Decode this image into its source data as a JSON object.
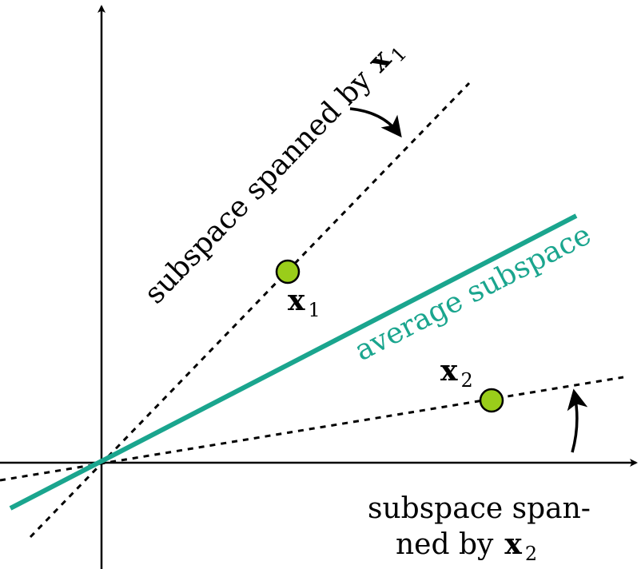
{
  "colors": {
    "axis": "#000000",
    "average_subspace": "#1aa58e",
    "point_fill": "#9acd1a",
    "point_stroke": "#000000"
  },
  "labels": {
    "subspace_x1": "subspace spanned by",
    "subspace_x1_vec": "x",
    "subspace_x1_sub": "1",
    "average_subspace": "average subspace",
    "point_x1_vec": "x",
    "point_x1_sub": "1",
    "point_x2_vec": "x",
    "point_x2_sub": "2",
    "subspace_x2_line1": "subspace span-",
    "subspace_x2_line2": "ned by",
    "subspace_x2_vec": "x",
    "subspace_x2_sub": "2"
  }
}
